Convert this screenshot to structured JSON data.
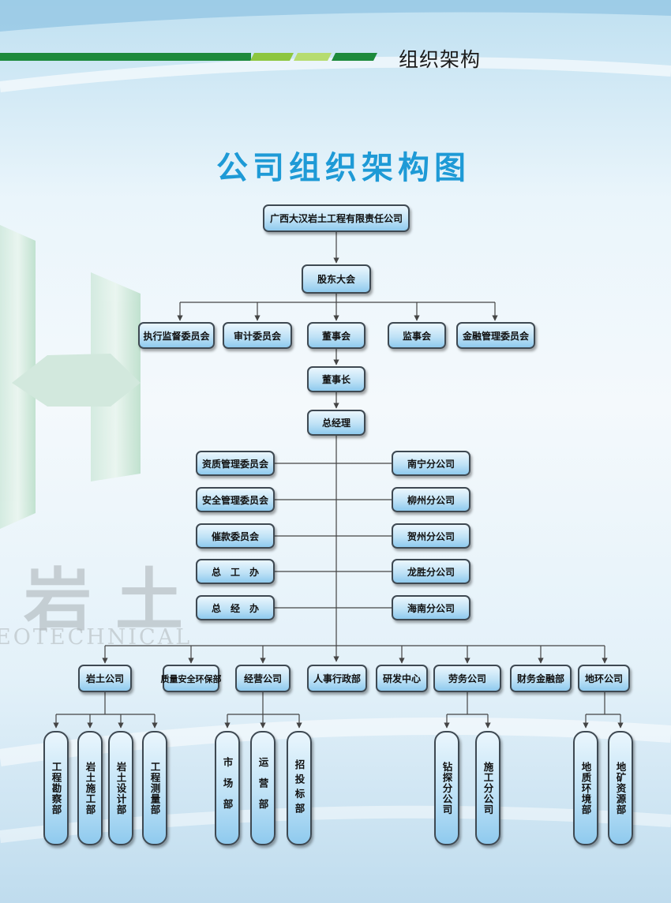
{
  "header": {
    "title": "组织架构"
  },
  "main_title": "公司组织架构图",
  "watermark": {
    "chinese": "岩 土",
    "english": "EOTECHNICAL"
  },
  "org": {
    "company": "广西大汉岩土工程有限责任公司",
    "shareholders": "股东大会",
    "committees_top": [
      "执行监督委员会",
      "审计委员会",
      "董事会",
      "监事会",
      "金融管理委员会"
    ],
    "chairman": "董事长",
    "general_manager": "总经理",
    "left_units": [
      "资质管理委员会",
      "安全管理委员会",
      "催款委员会",
      "总　工　办",
      "总　经　办"
    ],
    "branches": [
      "南宁分公司",
      "柳州分公司",
      "贺州分公司",
      "龙胜分公司",
      "海南分公司"
    ],
    "departments": [
      "岩土公司",
      "质量安全环保部",
      "经营公司",
      "人事行政部",
      "研发中心",
      "劳务公司",
      "财务金融部",
      "地环公司"
    ],
    "sub_geotech": [
      "工程勘察部",
      "岩土施工部",
      "岩土设计部",
      "工程测量部"
    ],
    "sub_business": [
      "市场部",
      "运营部",
      "招投标部"
    ],
    "sub_labor": [
      "钻探分公司",
      "施工分公司"
    ],
    "sub_geoenv": [
      "地质环境部",
      "地矿资源部"
    ]
  },
  "colors": {
    "title_blue": "#1e9ad6",
    "node_border": "#3e4952",
    "line": "#444444"
  }
}
